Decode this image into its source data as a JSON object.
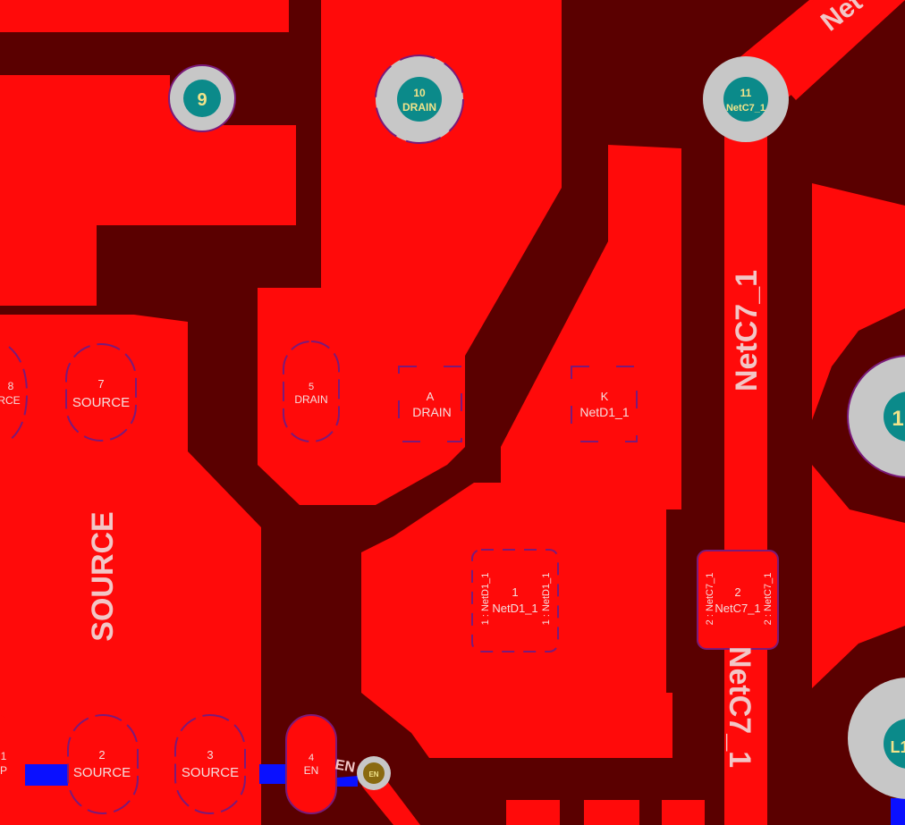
{
  "colors": {
    "background": "#5a0000",
    "copper": "#ff0a0a",
    "via_ring": "#c7c7c7",
    "via_hole": "#0b8a8a",
    "blue_trace": "#0a10ff",
    "pad_outline": "#7a1a7a",
    "small_via": "#8a6a10"
  },
  "vias": {
    "v9": {
      "number": "9"
    },
    "v10": {
      "number": "10",
      "net": "DRAIN"
    },
    "v11": {
      "number": "11",
      "net": "NetC7_1"
    },
    "v_right": {
      "number": "1"
    },
    "v_bottom_right": {
      "number": "L1"
    },
    "v_en": {
      "label": "EN"
    }
  },
  "pads": {
    "p8": {
      "number": "8",
      "net": "RCE"
    },
    "p7": {
      "number": "7",
      "net": "SOURCE"
    },
    "p5": {
      "number": "5",
      "net": "DRAIN"
    },
    "pA": {
      "number": "A",
      "net": "DRAIN"
    },
    "pK": {
      "number": "K",
      "net": "NetD1_1"
    },
    "d1": {
      "number": "1",
      "net": "NetD1_1",
      "side_left": "1 : NetD1_1",
      "side_right": "1 : NetD1_1"
    },
    "c7": {
      "number": "2",
      "net": "NetC7_1",
      "side_left": "2 : NetC7_1",
      "side_right": "2 : NetC7_1"
    },
    "p1": {
      "number": "1",
      "net": "P"
    },
    "p2": {
      "number": "2",
      "net": "SOURCE"
    },
    "p3": {
      "number": "3",
      "net": "SOURCE"
    },
    "p4": {
      "number": "4",
      "net": "EN"
    }
  },
  "net_labels": {
    "source_big": "SOURCE",
    "netc7_vertical_top": "NetC7_1",
    "netc7_vertical_bottom": "NetC7_1",
    "net_top_right": "Net",
    "en_trace": "EN"
  }
}
